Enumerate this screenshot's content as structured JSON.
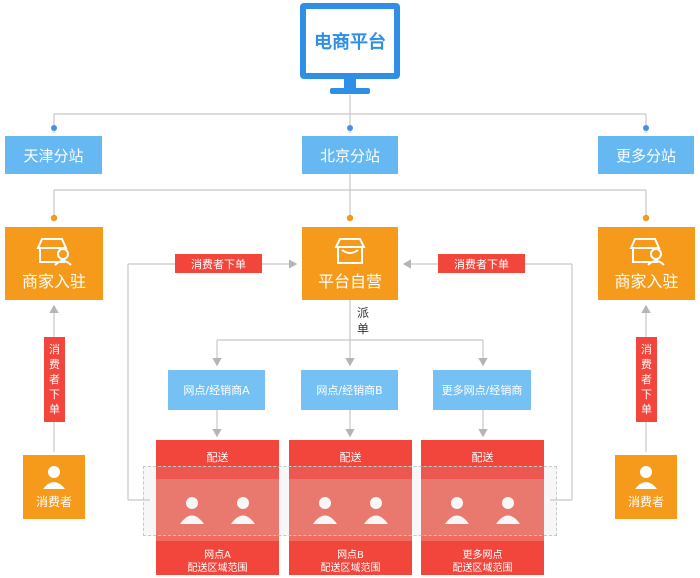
{
  "platform": {
    "title": "电商平台"
  },
  "stations": [
    {
      "label": "天津分站"
    },
    {
      "label": "北京分站"
    },
    {
      "label": "更多分站"
    }
  ],
  "hubs": {
    "left": "商家入驻",
    "center": "平台自营",
    "right": "商家入驻"
  },
  "dispatch_label": "派单",
  "order_tag": "消费者下单",
  "vertical_order_tag": [
    "消",
    "费",
    "者",
    "下",
    "单"
  ],
  "consumer": "消费者",
  "outlets": [
    {
      "label": "网点/经销商A"
    },
    {
      "label": "网点/经销商B"
    },
    {
      "label": "更多网点/经销商"
    }
  ],
  "delivery": {
    "header": "配送",
    "areas": [
      {
        "name": "网点A",
        "sub": "配送区域范围"
      },
      {
        "name": "网点B",
        "sub": "配送区域范围"
      },
      {
        "name": "更多网点",
        "sub": "配送区域范围"
      }
    ]
  },
  "colors": {
    "blue": "#66b8f2",
    "orange": "#f59a1a",
    "red": "#f2453c",
    "line": "#bfbfbf"
  }
}
